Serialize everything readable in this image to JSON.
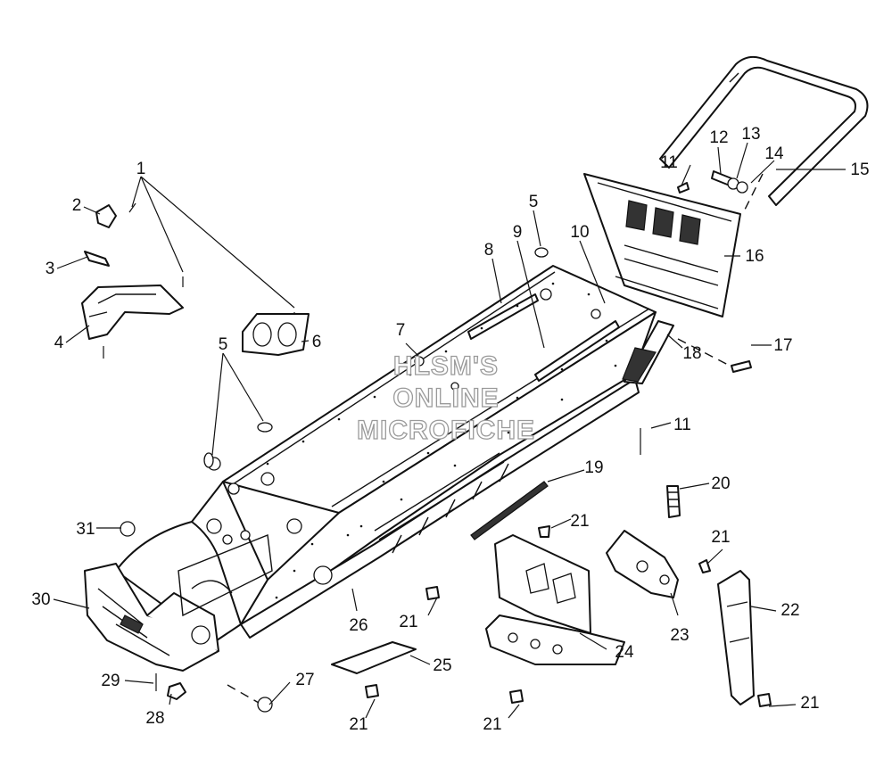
{
  "watermark": {
    "line1": "HLSM'S",
    "line2": "ONLINE",
    "line3": "MICROFICHE"
  },
  "callouts": [
    "1",
    "2",
    "3",
    "4",
    "5",
    "5",
    "6",
    "7",
    "8",
    "9",
    "10",
    "11",
    "11",
    "12",
    "13",
    "14",
    "15",
    "16",
    "17",
    "18",
    "19",
    "20",
    "21",
    "21",
    "21",
    "21",
    "21",
    "21",
    "22",
    "23",
    "24",
    "25",
    "26",
    "27",
    "28",
    "29",
    "30",
    "31"
  ]
}
